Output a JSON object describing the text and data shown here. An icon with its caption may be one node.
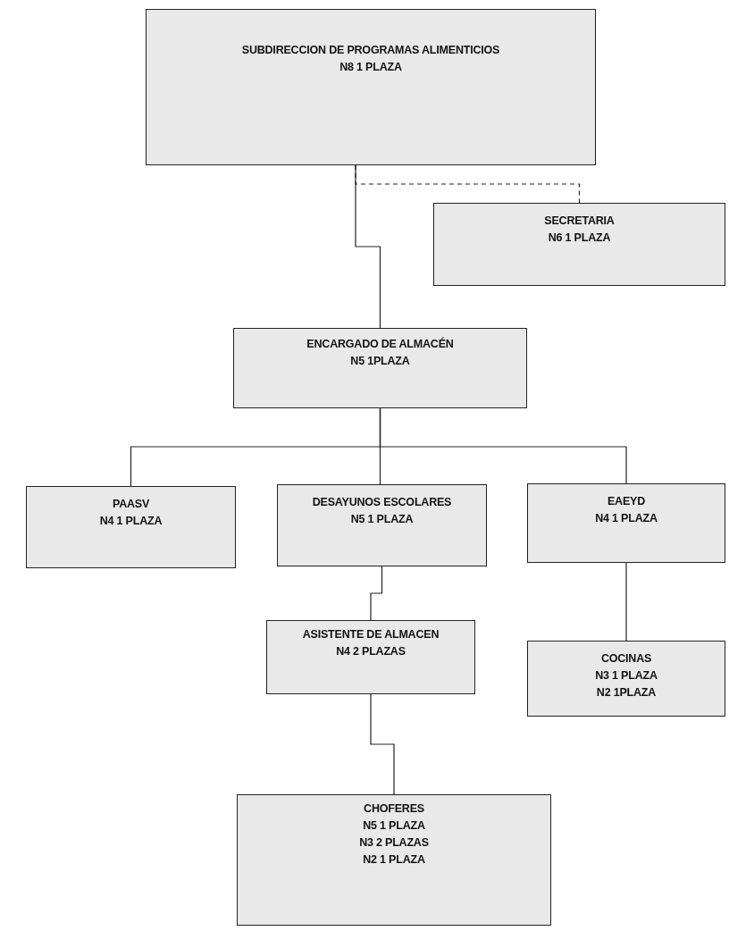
{
  "diagram": {
    "nodes": [
      {
        "text": [
          "SUBDIRECCION DE PROGRAMAS ALIMENTICIOS",
          "N8 1 PLAZA"
        ]
      },
      {
        "text": [
          "SECRETARIA",
          "N6 1 PLAZA"
        ]
      },
      {
        "text": [
          "ENCARGADO DE ALMACÉN",
          "N5 1PLAZA"
        ]
      },
      {
        "text": [
          "PAASV",
          "N4 1 PLAZA"
        ]
      },
      {
        "text": [
          "DESAYUNOS ESCOLARES",
          "N5 1 PLAZA"
        ]
      },
      {
        "text": [
          "EAEYD",
          "N4 1 PLAZA"
        ]
      },
      {
        "text": [
          "ASISTENTE DE ALMACEN",
          "N4 2 PLAZAS"
        ]
      },
      {
        "text": [
          "COCINAS",
          "N3 1 PLAZA",
          "N2 1PLAZA"
        ]
      },
      {
        "text": [
          "CHOFERES",
          "N5 1 PLAZA",
          "N3 2 PLAZAS",
          "N2 1 PLAZA"
        ]
      }
    ],
    "edges": [
      {
        "from": 0,
        "to": 1,
        "arrow": "none",
        "style": "dashed"
      },
      {
        "from": 0,
        "to": 2,
        "arrow": "none"
      },
      {
        "from": 2,
        "to": 3,
        "arrow": "none"
      },
      {
        "from": 2,
        "to": 4,
        "arrow": "none"
      },
      {
        "from": 2,
        "to": 5,
        "arrow": "none"
      },
      {
        "from": 4,
        "to": 6,
        "arrow": "none"
      },
      {
        "from": 5,
        "to": 7,
        "arrow": "none"
      },
      {
        "from": 6,
        "to": 8,
        "arrow": "none"
      }
    ]
  }
}
